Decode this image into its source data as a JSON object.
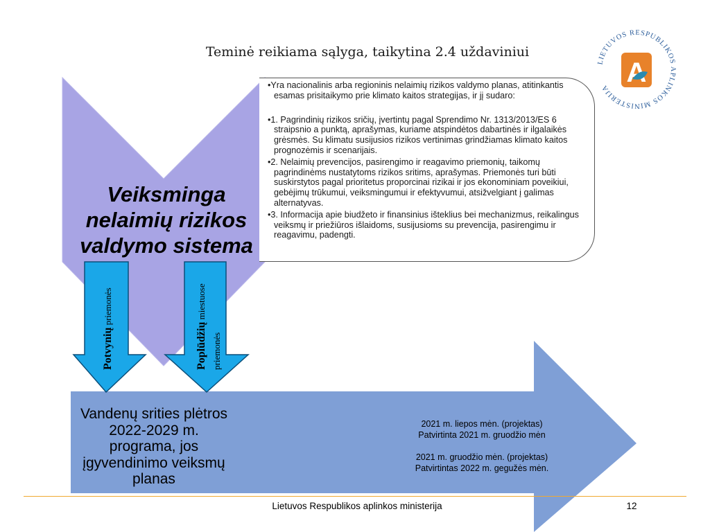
{
  "slide": {
    "title": "Teminė reikiama sąlyga, taikytina 2.4 uždaviniui",
    "page_number": "12",
    "footer": "Lietuvos Respublikos aplinkos ministerija"
  },
  "chevron": {
    "label": "Veiksminga nelaimių rizikos valdymo sistema"
  },
  "info_box": {
    "bullets": [
      "•Yra nacionalinis arba regioninis nelaimių rizikos valdymo planas, atitinkantis esamas prisitaikymo prie klimato kaitos strategijas, ir jį sudaro:",
      "•1. Pagrindinių rizikos sričių, įvertintų pagal Sprendimo Nr. 1313/2013/ES 6 straipsnio a punktą, aprašymas, kuriame atspindėtos dabartinės ir ilgalaikės grėsmės. Su klimatu susijusios rizikos vertinimas grindžiamas klimato kaitos prognozėmis ir scenarijais.",
      "•2. Nelaimių prevencijos, pasirengimo ir reagavimo priemonių, taikomų pagrindinėms nustatytoms rizikos sritims, aprašymas. Priemonės turi būti suskirstytos pagal prioritetus proporcinai rizikai ir jos ekonominiam poveikiui, gebėjimų trūkumui, veiksmingumui ir efektyvumui, atsižvelgiant į galimas alternatyvas.",
      "•3. Informacija apie biudžeto ir finansinius išteklius bei mechanizmus, reikalingus veiksmų ir priežiūros išlaidoms, susijusioms su prevencija, pasirengimu ir reagavimu, padengti."
    ]
  },
  "down_arrows": {
    "flood": {
      "bold": "Potvynių",
      "rest": "priemonės"
    },
    "flash_flood": {
      "bold": "Poplūdžių",
      "rest": "miestuose",
      "line2": "priemonės"
    }
  },
  "water_program": {
    "label": "Vandenų srities plėtros 2022-2029 m. programa, jos įgyvendinimo veiksmų planas"
  },
  "timeline": {
    "lines_a": [
      "2021 m. liepos mėn. (projektas)",
      "Patvirtinta 2021 m. gruodžio mėn"
    ],
    "lines_b": [
      "2021 m. gruodžio mėn. (projektas)",
      "Patvirtintas 2022 m. gegužės mėn."
    ]
  },
  "logo": {
    "text": "LIETUVOS RESPUBLIKOS APLINKOS MINISTERIJA",
    "letter": "A"
  },
  "colors": {
    "chevron_fill": "#a8a4e4",
    "big_arrow_fill": "#7f9fd6",
    "down_arrow_fill": "#1aa7e8",
    "footer_line": "#f0a830",
    "logo_orange": "#e8822a",
    "logo_blue": "#2a5c9a"
  }
}
